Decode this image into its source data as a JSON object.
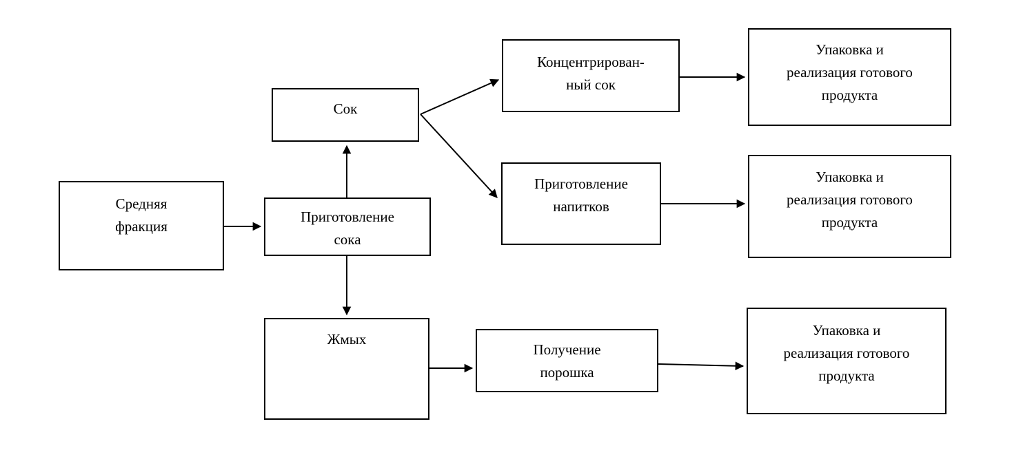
{
  "diagram": {
    "title": "Flowchart: processing of the middle fraction into juice and powder products",
    "background_color": "#ffffff",
    "box_border_color": "#000000",
    "text_color": "#000000",
    "arrow_color": "#000000",
    "nodes": [
      {
        "id": "srednyaya-frakciya",
        "label": "Средняя фракция",
        "lines": [
          "Средняя",
          "фракция"
        ]
      },
      {
        "id": "prigotovlenie-soka",
        "label": "Приготовление сока",
        "lines": [
          "Приготовление",
          "сока"
        ]
      },
      {
        "id": "sok",
        "label": "Сок",
        "lines": [
          "Сок"
        ]
      },
      {
        "id": "koncentrirovanny-sok",
        "label": "Концентрирован­ный сок",
        "lines": [
          "Концентрирован-",
          "ный сок"
        ]
      },
      {
        "id": "prigotovlenie-napitkov",
        "label": "Приготовление напитков",
        "lines": [
          "Приготовление",
          "напитков"
        ]
      },
      {
        "id": "upakovka-1",
        "label": "Упаковка и реализация готового продукта",
        "lines": [
          "Упаковка и",
          "реализация готового",
          "продукта"
        ]
      },
      {
        "id": "upakovka-2",
        "label": "Упаковка и реализация готового продукта",
        "lines": [
          "Упаковка и",
          "реализация готового",
          "продукта"
        ]
      },
      {
        "id": "zhmykh",
        "label": "Жмых",
        "lines": [
          "Жмых"
        ]
      },
      {
        "id": "poluchenie-poroshka",
        "label": "Получение порошка",
        "lines": [
          "Получение",
          "порошка"
        ]
      },
      {
        "id": "upakovka-3",
        "label": "Упаковка и реализация готового продукта",
        "lines": [
          "Упаковка и",
          "реализация готового",
          "продукта"
        ]
      }
    ],
    "edges": [
      {
        "from": "srednyaya-frakciya",
        "to": "prigotovlenie-soka"
      },
      {
        "from": "prigotovlenie-soka",
        "to": "sok"
      },
      {
        "from": "prigotovlenie-soka",
        "to": "zhmykh"
      },
      {
        "from": "sok",
        "to": "koncentrirovanny-sok"
      },
      {
        "from": "sok",
        "to": "prigotovlenie-napitkov"
      },
      {
        "from": "koncentrirovanny-sok",
        "to": "upakovka-1"
      },
      {
        "from": "prigotovlenie-napitkov",
        "to": "upakovka-2"
      },
      {
        "from": "zhmykh",
        "to": "poluchenie-poroshka"
      },
      {
        "from": "poluchenie-poroshka",
        "to": "upakovka-3"
      }
    ]
  }
}
